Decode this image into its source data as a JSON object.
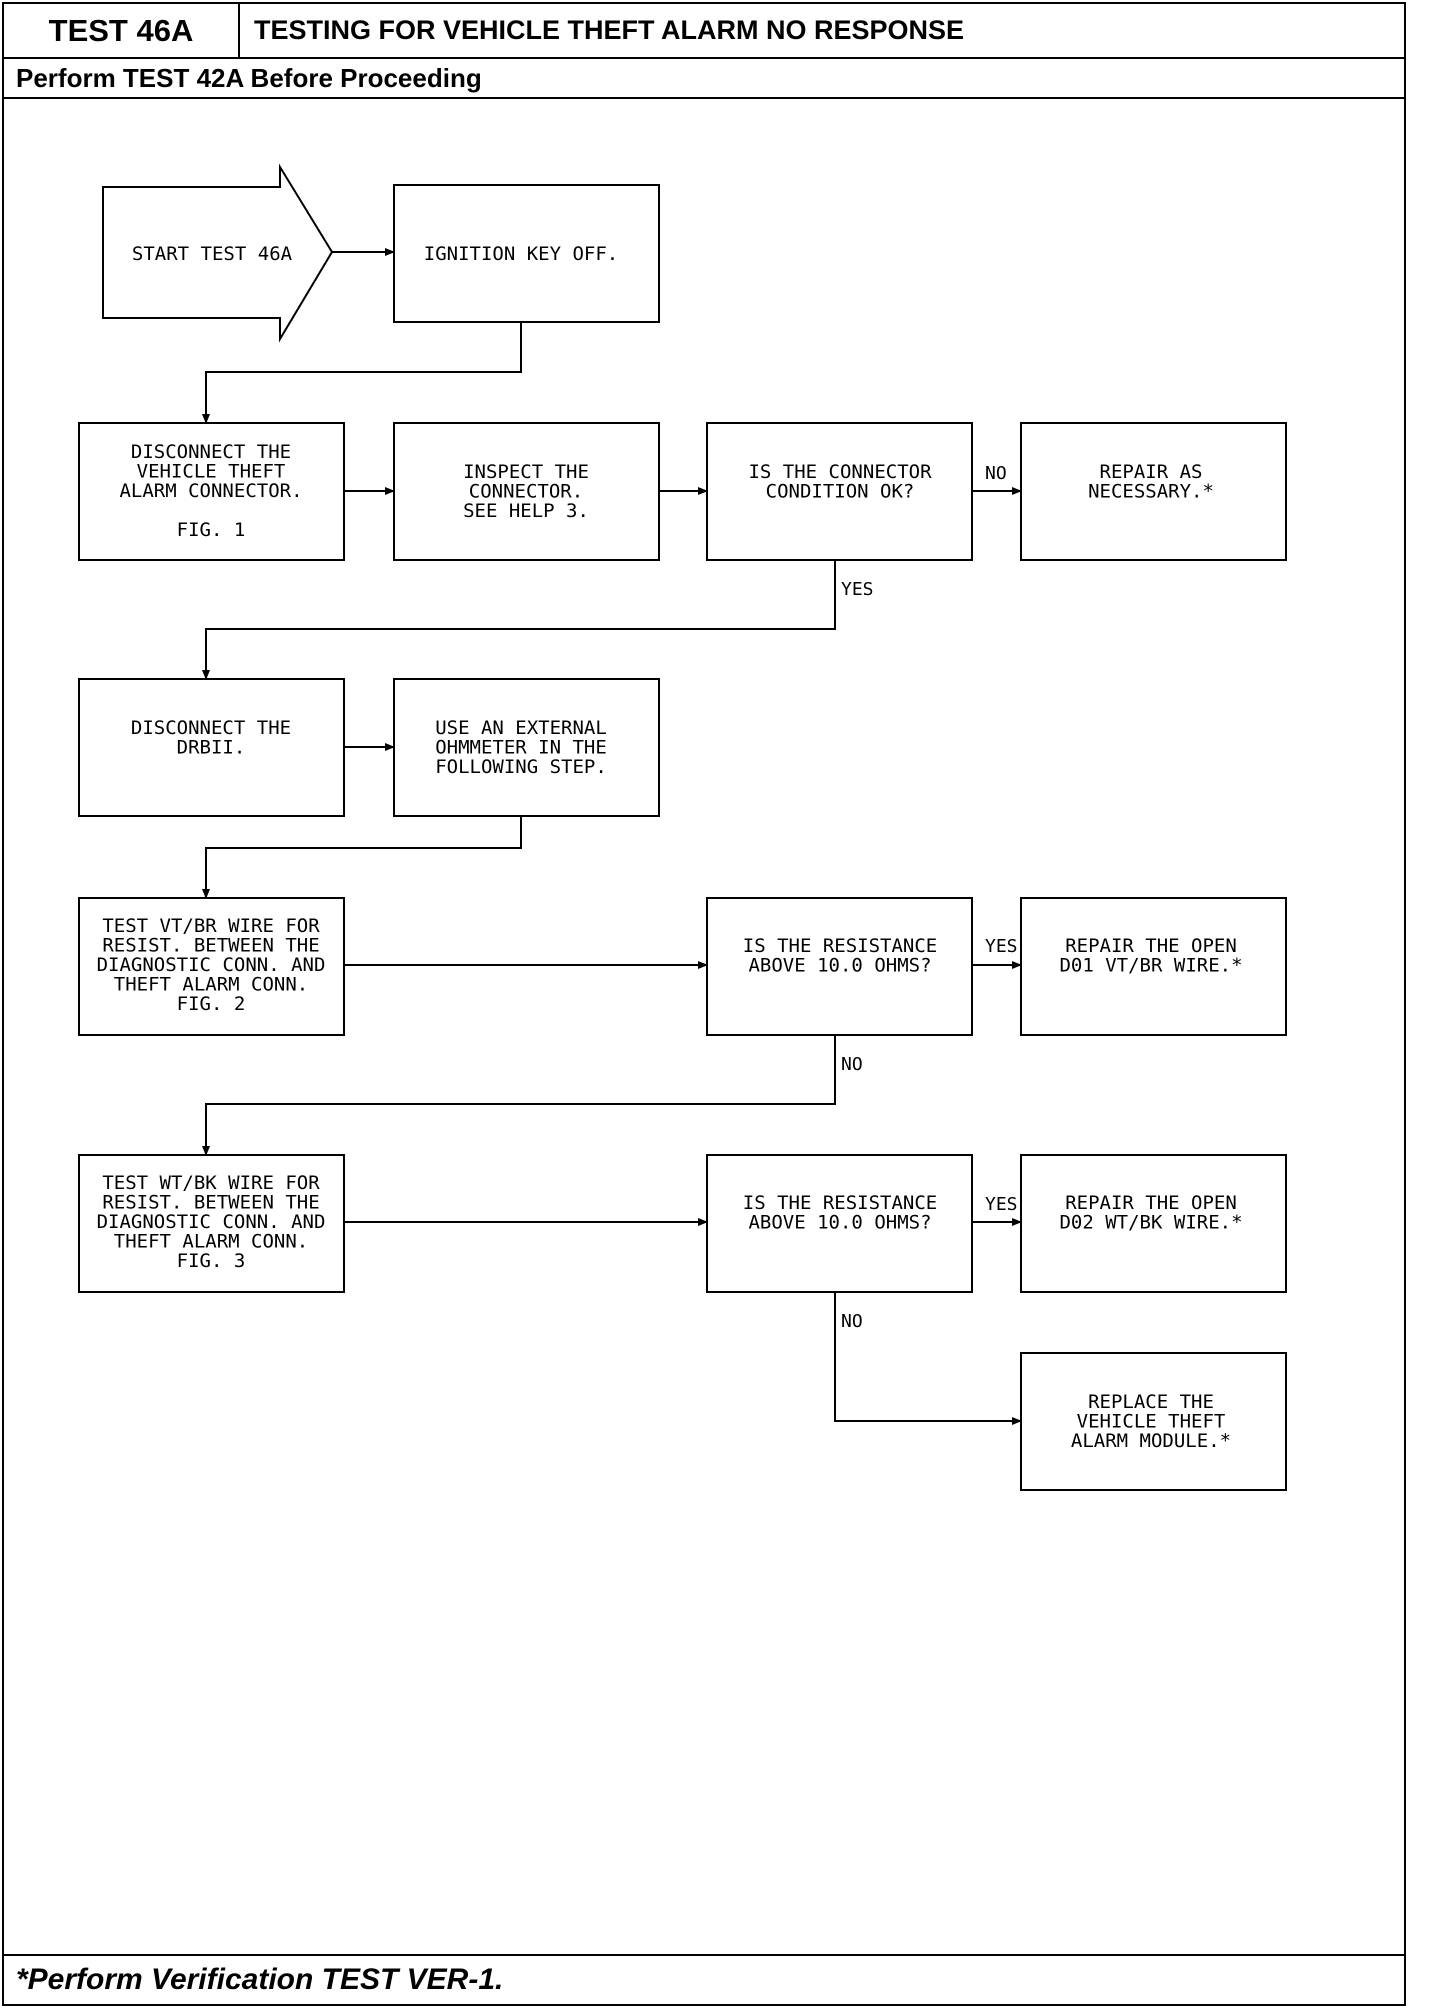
{
  "header": {
    "test_number": "TEST 46A",
    "title": "TESTING FOR VEHICLE THEFT ALARM NO RESPONSE",
    "prerequisite": "Perform TEST 42A Before Proceeding"
  },
  "footer": {
    "note": "*Perform Verification TEST VER-1."
  },
  "flowchart": {
    "start": [
      "START TEST 46A"
    ],
    "ignition_off": [
      "IGNITION KEY OFF."
    ],
    "disconnect_alarm_connector": [
      "DISCONNECT THE",
      "VEHICLE THEFT",
      "ALARM CONNECTOR.",
      "",
      "FIG. 1"
    ],
    "inspect_connector": [
      "INSPECT THE",
      "CONNECTOR.",
      "SEE HELP 3."
    ],
    "connector_ok_question": [
      "IS THE CONNECTOR",
      "CONDITION OK?"
    ],
    "repair_as_necessary": [
      "REPAIR AS",
      "NECESSARY.*"
    ],
    "disconnect_drbii": [
      "DISCONNECT THE",
      "DRBII."
    ],
    "use_ohmmeter": [
      "USE AN EXTERNAL",
      "OHMMETER IN THE",
      "FOLLOWING STEP."
    ],
    "test_vt_br": [
      "TEST VT/BR WIRE FOR",
      "RESIST. BETWEEN THE",
      "DIAGNOSTIC CONN. AND",
      "THEFT ALARM CONN.",
      "FIG. 2"
    ],
    "resistance_question_1": [
      "IS THE RESISTANCE",
      "ABOVE 10.0 OHMS?"
    ],
    "repair_d01": [
      "REPAIR THE OPEN",
      "D01 VT/BR WIRE.*"
    ],
    "test_wt_bk": [
      "TEST WT/BK WIRE FOR",
      "RESIST. BETWEEN THE",
      "DIAGNOSTIC CONN. AND",
      "THEFT ALARM CONN.",
      "FIG. 3"
    ],
    "resistance_question_2": [
      "IS THE RESISTANCE",
      "ABOVE 10.0 OHMS?"
    ],
    "repair_d02": [
      "REPAIR THE OPEN",
      "D02 WT/BK WIRE.*"
    ],
    "replace_module": [
      "REPLACE THE",
      "VEHICLE THEFT",
      "ALARM MODULE.*"
    ],
    "labels": {
      "no_connector": "NO",
      "yes_connector": "YES",
      "yes_resistance_1": "YES",
      "no_resistance_1": "NO",
      "yes_resistance_2": "YES",
      "no_resistance_2": "NO"
    }
  }
}
